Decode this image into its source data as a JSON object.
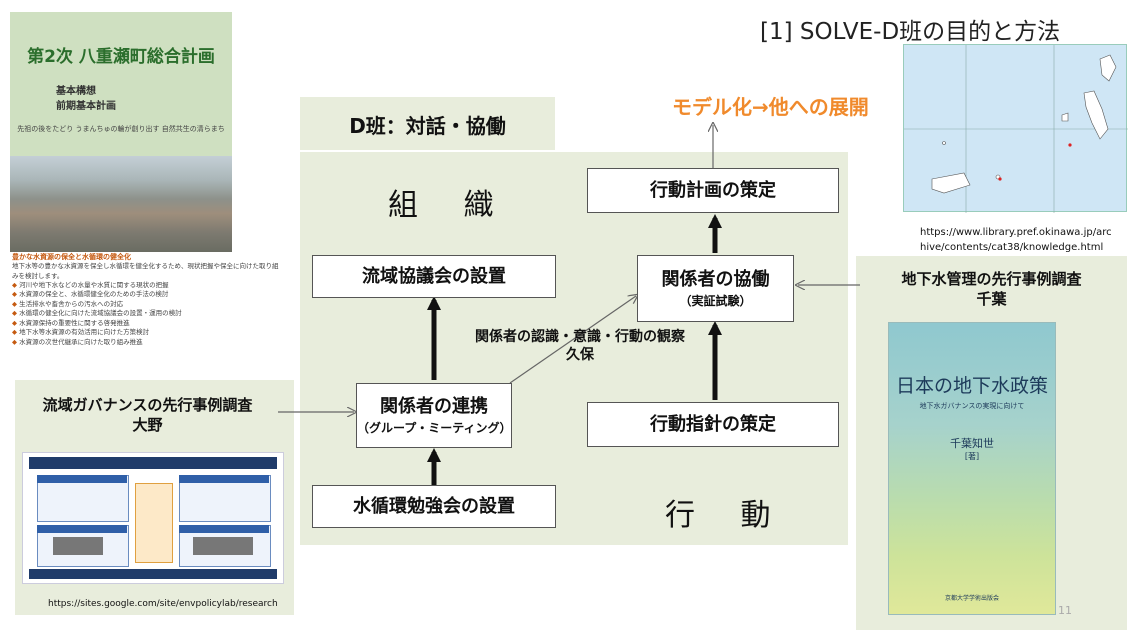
{
  "title": "[1] SOLVE-D班の目的と方法",
  "top_left_cover": {
    "title": "第2次 八重瀬町総合計画",
    "line1": "基本構想",
    "line2": "前期基本計画",
    "slogan": "先祖の後をたどり うまんちゅの輪が創り出す 自然共生の清らまち",
    "bullet_heading": "豊かな水資源の保全と水循環の健全化",
    "bullet_intro": "地下水等の豊かな水資源を保全し水循環を健全化するため、現状把握や保全に向けた取り組みを検討します。",
    "bullets": [
      "河川や地下水などの水量や水質に関する現状の把握",
      "水資源の保全と、水循環健全化のための手法の検討",
      "生活排水や畜舎からの汚水への対応",
      "水循環の健全化に向けた流域協議会の設置・運用の検討",
      "水資源保持の重要性に関する啓発推進",
      "地下水等水資源の有効活用に向けた方策検討",
      "水資源の次世代継承に向けた取り組み推進"
    ]
  },
  "diagram": {
    "d_team_label": "D班：対話・協働",
    "model_label": "モデル化→他への展開",
    "soshiki_label": "組 織",
    "koudou_label": "行 動",
    "box_council": "流域協議会の設置",
    "box_cooperation": "関係者の協働",
    "box_cooperation_sub": "（実証試験）",
    "box_plan": "行動計画の策定",
    "box_link": "関係者の連携",
    "box_link_sub": "（グループ・ミーティング）",
    "box_study": "水循環勉強会の設置",
    "box_guideline": "行動指針の策定",
    "observe_line1": "関係者の認識・意識・行動の観察",
    "observe_line2": "久保"
  },
  "left_case": {
    "title_line1": "流域ガバナンスの先行事例調査",
    "title_line2": "大野",
    "url": "https://sites.google.com/site/envpolicylab/research"
  },
  "right_case": {
    "title_line1": "地下水管理の先行事例調査",
    "title_line2": "千葉",
    "book_title": "日本の地下水政策",
    "book_subtitle": "地下水ガバナンスの実現に向けて",
    "book_author": "千葉知世",
    "book_author_suffix": "[著]",
    "book_publisher": "京都大学学術出版会"
  },
  "map_source": {
    "line1": "https://www.library.pref.okinawa.jp/arc",
    "line2": "hive/contents/cat38/knowledge.html"
  },
  "page_number": "11"
}
